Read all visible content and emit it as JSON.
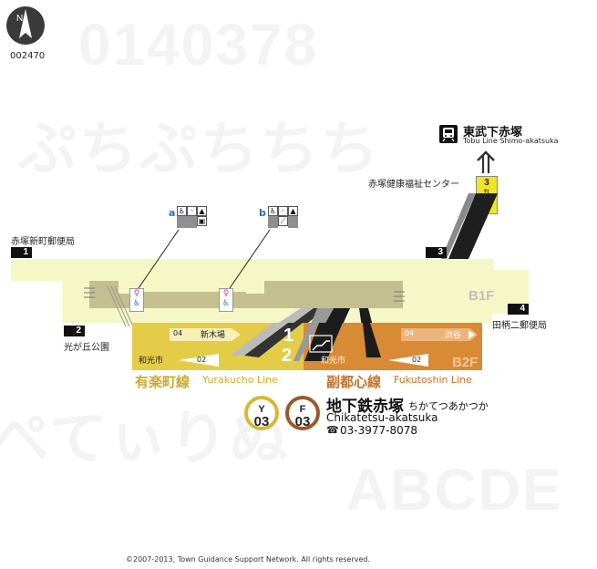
{
  "map_id": "002470",
  "compass": {
    "label": "N"
  },
  "watermark_rows": [
    "0140378",
    "ぷちぷちちち",
    "ぺてぃりぬ",
    "ABCDE"
  ],
  "levels": {
    "b1": "B1F",
    "b2": "B2F"
  },
  "exits": [
    {
      "number": "1",
      "name": "赤塚新町郵便局"
    },
    {
      "number": "2",
      "name": "光が丘公園"
    },
    {
      "number": "3",
      "name": "赤塚健康福祉センター"
    },
    {
      "number": "4",
      "name": "田柄二郵便局"
    }
  ],
  "transfer": {
    "name_ja": "東武下赤塚",
    "name_en": "Tobu Line Shimo-akatsuka",
    "exit_box_number": "3",
    "elevator_glyph": "⇅",
    "elevator_symbol": "[‖]"
  },
  "facilities": {
    "group_a": {
      "label": "a",
      "icons": [
        "wheelchair-icon",
        "stroller-icon",
        "toilet-icon",
        "elevator-icon"
      ]
    },
    "group_b": {
      "label": "b",
      "icons": [
        "wheelchair-icon",
        "stroller-icon",
        "escalator-icon",
        "toilet-icon"
      ]
    }
  },
  "platforms": {
    "yurakucho": {
      "line_ja": "有楽町線",
      "line_en": "Yurakucho Line",
      "color": "#e4cc48",
      "forward_number": "04",
      "forward_dest": "新木場",
      "back_number": "02",
      "back_dest": "和光市",
      "track_top": "1",
      "track_bottom": "2"
    },
    "fukutoshin": {
      "line_ja": "副都心線",
      "line_en": "Fukutoshin Line",
      "color": "#d98a34",
      "forward_number": "04",
      "forward_dest": "渋谷",
      "back_number": "02",
      "back_dest": "和光市"
    }
  },
  "station": {
    "name_ja": "地下鉄赤塚",
    "kana": "ちかてつあかつか",
    "name_en": "Chikatetsu-akatsuka",
    "phone": "03-3977-8078",
    "phone_icon": "☎",
    "badges": [
      {
        "letter": "Y",
        "number": "03",
        "color": "#d9b732"
      },
      {
        "letter": "F",
        "number": "03",
        "color": "#9a5a2a"
      }
    ]
  },
  "copyright": "©2007-2013, Town Guidance Support Network. All rights reserved."
}
